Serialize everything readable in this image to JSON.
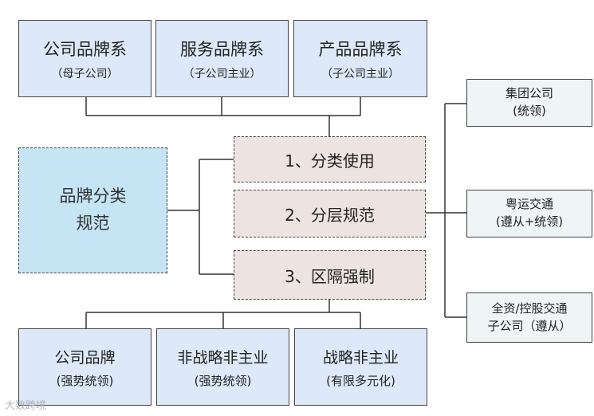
{
  "top_boxes": [
    {
      "title": "公司品牌系",
      "subtitle": "（母子公司）"
    },
    {
      "title": "服务品牌系",
      "subtitle": "（子公司主业）"
    },
    {
      "title": "产品品牌系",
      "subtitle": "（子公司主业）"
    }
  ],
  "left_box": {
    "line1": "品牌分类",
    "line2": "规范"
  },
  "center_boxes": [
    "1、分类使用",
    "2、分层规范",
    "3、区隔强制"
  ],
  "right_boxes": [
    {
      "line1": "集团公司",
      "line2": "(统领)"
    },
    {
      "line1": "粤运交通",
      "line2": "(遵从+统领)"
    },
    {
      "line1": "全资/控股交通",
      "line2": "子公司（遵从）"
    }
  ],
  "bottom_boxes": [
    {
      "title": "公司品牌",
      "subtitle": "(强势统领)"
    },
    {
      "title": "非战略非主业",
      "subtitle": "(强势统领)"
    },
    {
      "title": "战略非主业",
      "subtitle": "(有限多元化)"
    }
  ],
  "watermark": "大数跨境"
}
